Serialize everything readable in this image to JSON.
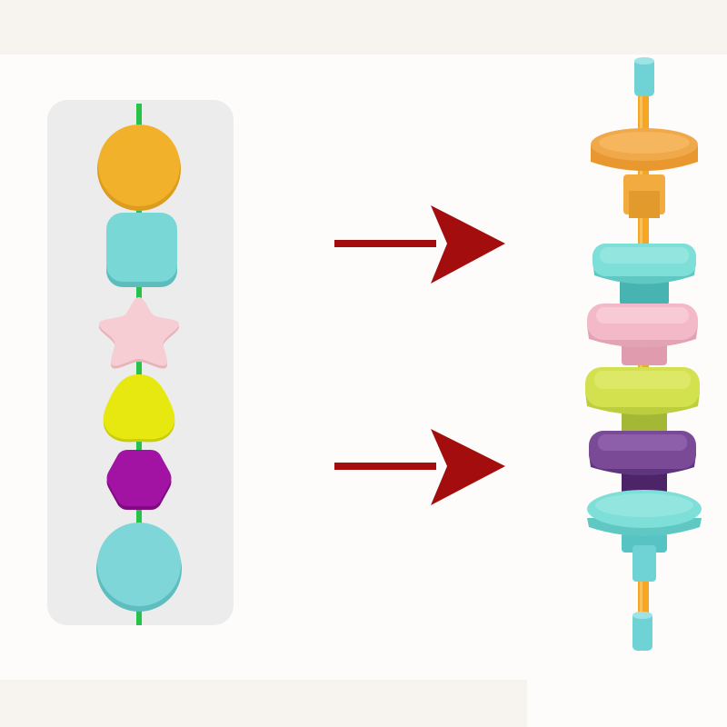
{
  "scene": {
    "background": "#fdfcfa",
    "panel_color": "#ececec",
    "string_color": "#27c24a",
    "arrow_color": "#a30d0d",
    "rod_color": "#f5a623",
    "peg_color": "#6fd3d6"
  },
  "left_stack": [
    {
      "shape": "circle",
      "color": "#f2b12a"
    },
    {
      "shape": "rounded-square",
      "color": "#79d8d6"
    },
    {
      "shape": "star",
      "color": "#f6cdd2"
    },
    {
      "shape": "rounded-triangle",
      "color": "#e6e80f"
    },
    {
      "shape": "hexagon",
      "color": "#a212a3"
    },
    {
      "shape": "circle",
      "color": "#7fd6d9"
    }
  ],
  "arrows": [
    {
      "direction": "right"
    },
    {
      "direction": "right"
    }
  ],
  "right_stack": [
    {
      "shape": "circle",
      "color": "#f0a94a"
    },
    {
      "shape": "rounded-square",
      "color": "#7ddfd8"
    },
    {
      "shape": "star",
      "color": "#f3b9c8"
    },
    {
      "shape": "rounded-triangle",
      "color": "#d2e14d"
    },
    {
      "shape": "hexagon",
      "color": "#7a4a96"
    },
    {
      "shape": "circle",
      "color": "#7ddfd8"
    }
  ]
}
